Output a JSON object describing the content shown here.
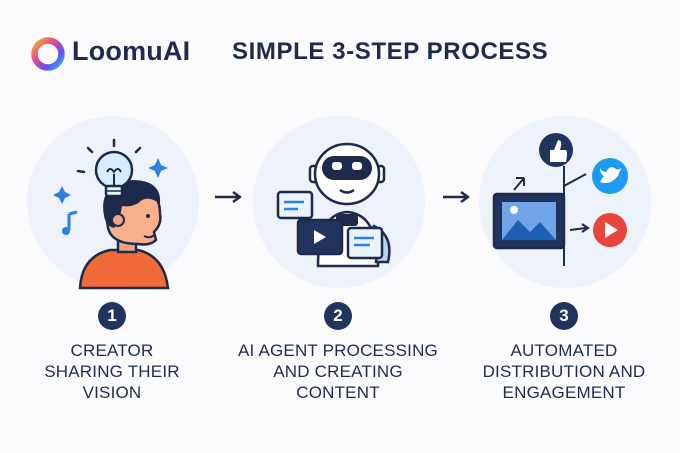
{
  "header": {
    "brand": "LoomuAI",
    "title": "SIMPLE 3-STEP PROCESS"
  },
  "steps": [
    {
      "number": "1",
      "label_lines": [
        "CREATOR",
        "SHARING THEIR",
        "VISION"
      ],
      "icon": "creator-lightbulb-icon"
    },
    {
      "number": "2",
      "label_lines": [
        "AI AGENT PROCESSING",
        "AND CREATING",
        "CONTENT"
      ],
      "icon": "robot-agent-icon"
    },
    {
      "number": "3",
      "label_lines": [
        "AUTOMATED",
        "DISTRIBUTION  AND",
        "ENGAGEMENT"
      ],
      "icon": "distribution-icon"
    }
  ],
  "colors": {
    "navy": "#21345e",
    "accent_blue": "#2d7fe0",
    "orange": "#f16a3a",
    "social_blue": "#1d9bf0",
    "youtube_red": "#e8453c"
  }
}
